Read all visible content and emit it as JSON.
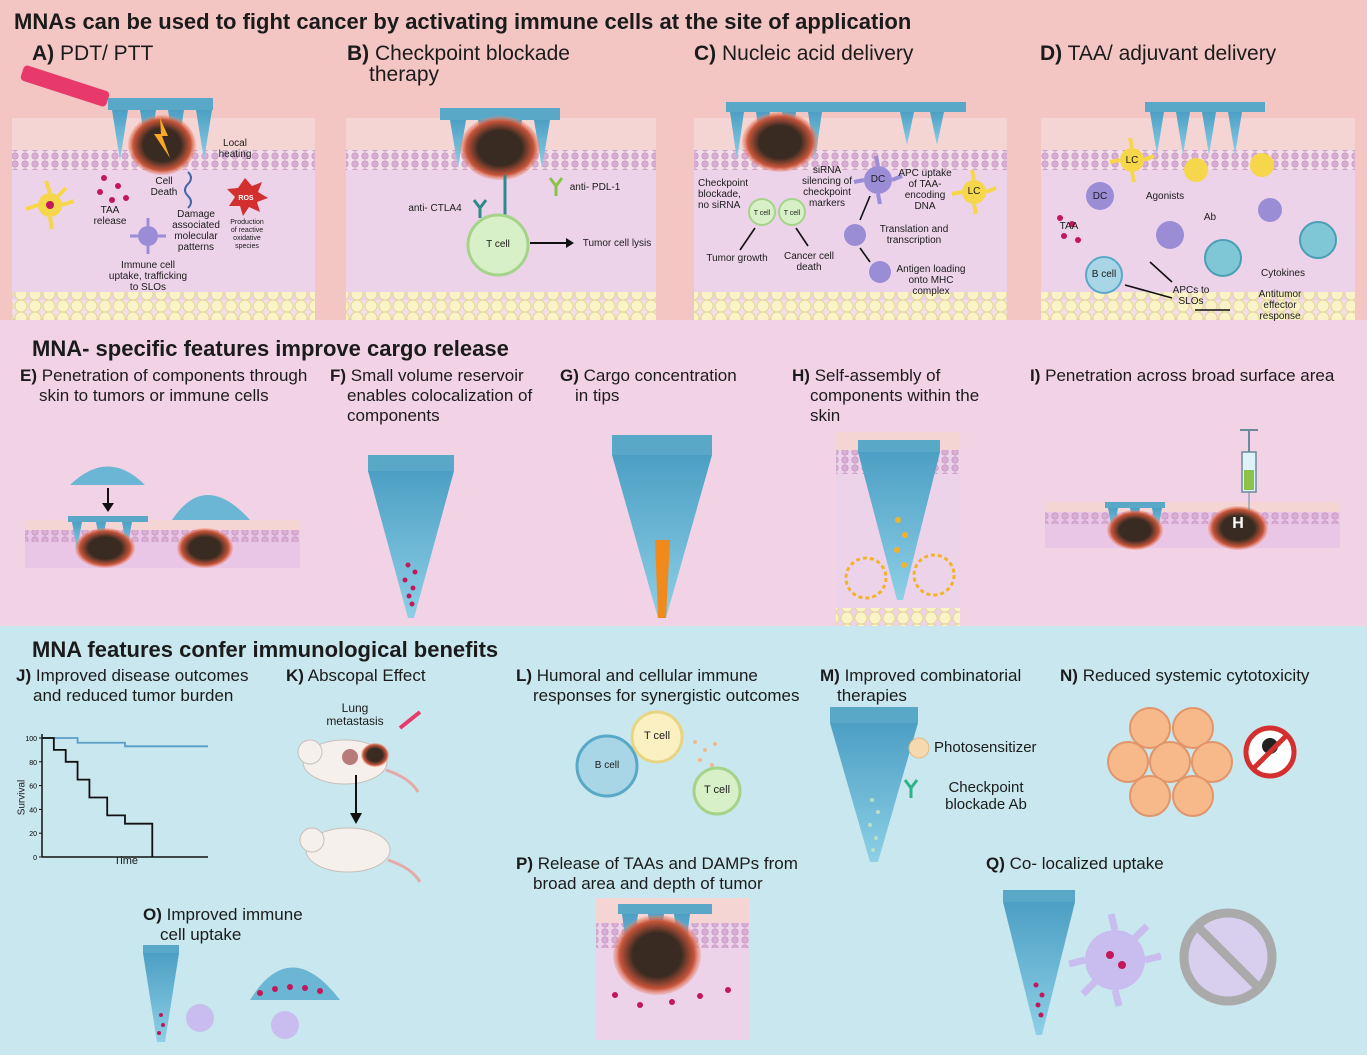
{
  "sections": {
    "s1": "MNAs can be used to fight cancer by activating immune cells at the site of application",
    "s2": "MNA- specific features improve cargo release",
    "s3": "MNA features confer immunological benefits"
  },
  "panels": {
    "A": {
      "letter": "A)",
      "title": "PDT/ PTT"
    },
    "B": {
      "letter": "B)",
      "title": "Checkpoint blockade",
      "title2": "therapy"
    },
    "C": {
      "letter": "C)",
      "title": "Nucleic acid delivery"
    },
    "D": {
      "letter": "D)",
      "title": "TAA/ adjuvant delivery"
    },
    "E": {
      "letter": "E)",
      "title": "Penetration of components through",
      "title2": "skin to tumors or immune cells"
    },
    "F": {
      "letter": "F)",
      "title": "Small volume reservoir",
      "title2": "enables colocalization of",
      "title3": "components"
    },
    "G": {
      "letter": "G)",
      "title": "Cargo concentration",
      "title2": "in tips"
    },
    "H": {
      "letter": "H)",
      "title": "Self-assembly of",
      "title2": "components within the",
      "title3": "skin"
    },
    "I": {
      "letter": "I)",
      "title": "Penetration across broad surface area"
    },
    "J": {
      "letter": "J)",
      "title": "Improved disease outcomes",
      "title2": "and reduced tumor burden"
    },
    "K": {
      "letter": "K)",
      "title": "Abscopal Effect"
    },
    "L": {
      "letter": "L)",
      "title": "Humoral and cellular immune",
      "title2": "responses for synergistic outcomes"
    },
    "M": {
      "letter": "M)",
      "title": "Improved combinatorial",
      "title2": "therapies"
    },
    "N": {
      "letter": "N)",
      "title": "Reduced systemic cytotoxicity"
    },
    "O": {
      "letter": "O)",
      "title": "Improved immune",
      "title2": "cell uptake"
    },
    "P": {
      "letter": "P)",
      "title": "Release of TAAs and DAMPs from",
      "title2": "broad area and depth of tumor"
    },
    "Q": {
      "letter": "Q)",
      "title": "Co- localized uptake"
    }
  },
  "labels": {
    "a_cell_death": "Cell\nDeath",
    "a_local_heating": "Local\nheating",
    "a_taa_release": "TAA\nrelease",
    "a_damage": "Damage\nassociated\nmolecular\npatterns",
    "a_ros": "ROS",
    "a_production": "Production\nof reactive\noxidative\nspecies",
    "a_immune": "Immune cell\nuptake, trafficking\nto SLOs",
    "b_anti_ctla4": "anti- CTLA4",
    "b_anti_pdl1": "anti- PDL-1",
    "b_tcell": "T cell",
    "b_tumor_lysis": "Tumor cell lysis",
    "c_checkpoint": "Checkpoint\nblockade,\nno siRNA",
    "c_sirna": "siRNA\nsilencing of\ncheckpoint\nmarkers",
    "c_apc": "APC uptake\nof TAA-\nencoding\nDNA",
    "c_dc": "DC",
    "c_lc": "LC",
    "c_tcell": "T cell",
    "c_translation": "Translation and\ntranscription",
    "c_tumor_growth": "Tumor growth",
    "c_cancer_death": "Cancer cell\ndeath",
    "c_antigen": "Antigen loading\nonto MHC\ncomplex",
    "d_lc": "LC",
    "d_dc": "DC",
    "d_agonists": "Agonists",
    "d_ab": "Ab",
    "d_taa": "TAA",
    "d_bcell": "B cell",
    "d_cytokines": "Cytokines",
    "d_apcs": "APCs to\nSLOs",
    "d_antitumor": "Antitumor\neffector\nresponse",
    "i_h": "H",
    "j_survival": "Survival",
    "j_time": "Time",
    "k_lung": "Lung\nmetastasis",
    "l_bcell": "B cell",
    "l_tcell": "T cell",
    "m_photosensitizer": "Photosensitizer",
    "m_checkpoint": "Checkpoint\nblockade Ab"
  },
  "chart_data": {
    "type": "line",
    "xlabel": "Time",
    "ylabel": "Survival",
    "yticks": [
      0,
      20,
      40,
      60,
      80,
      100
    ],
    "ylim": [
      0,
      100
    ],
    "series": [
      {
        "color": "#5b9dc9",
        "x": [
          0,
          3,
          3,
          7,
          7,
          14
        ],
        "y": [
          100,
          100,
          96,
          96,
          93,
          93
        ]
      },
      {
        "color": "#111111",
        "x": [
          0,
          1,
          1,
          2,
          2,
          3,
          3,
          4,
          4,
          5.5,
          5.5,
          7,
          7,
          9.3,
          9.3
        ],
        "y": [
          100,
          100,
          90,
          90,
          80,
          80,
          65,
          65,
          50,
          50,
          35,
          35,
          28,
          28,
          0
        ]
      }
    ],
    "xlim": [
      0,
      14
    ]
  },
  "colors": {
    "band1": "#f3c6c3",
    "band2": "#f2d3e6",
    "band3": "#c9e7ee",
    "needle": "#6ab6d4",
    "tumor": "#3a2a22",
    "skin": "#f4d9d7",
    "dermis": "#e7c9e6",
    "fat": "#f7eec0"
  }
}
